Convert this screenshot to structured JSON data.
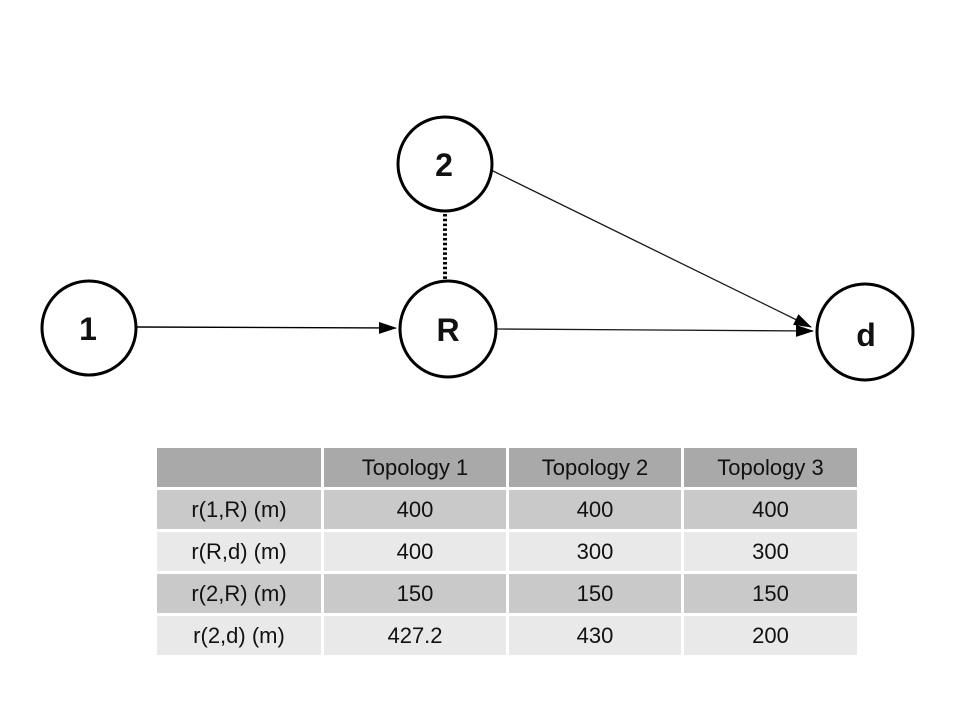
{
  "diagram": {
    "title": "relay-network-topology",
    "nodes": [
      {
        "id": "1",
        "label": "1",
        "role": "source-node"
      },
      {
        "id": "2",
        "label": "2",
        "role": "interferer-node"
      },
      {
        "id": "R",
        "label": "R",
        "role": "relay-node"
      },
      {
        "id": "d",
        "label": "d",
        "role": "destination-node"
      }
    ],
    "edges": [
      {
        "from": "1",
        "to": "R",
        "style": "solid-arrow"
      },
      {
        "from": "R",
        "to": "d",
        "style": "solid-arrow"
      },
      {
        "from": "2",
        "to": "d",
        "style": "solid-arrow"
      },
      {
        "from": "2",
        "to": "R",
        "style": "dotted"
      }
    ]
  },
  "table": {
    "headers": [
      "",
      "Topology 1",
      "Topology 2",
      "Topology 3"
    ],
    "rows": [
      {
        "label": "r(1,R) (m)",
        "values": [
          "400",
          "400",
          "400"
        ]
      },
      {
        "label": "r(R,d) (m)",
        "values": [
          "400",
          "300",
          "300"
        ]
      },
      {
        "label": "r(2,R) (m)",
        "values": [
          "150",
          "150",
          "150"
        ]
      },
      {
        "label": "r(2,d) (m)",
        "values": [
          "427.2",
          "430",
          "200"
        ]
      }
    ]
  },
  "colors": {
    "background": "#ffffff",
    "header_bg": "#a9a9a9",
    "row_a_bg": "#c9c9c9",
    "row_b_bg": "#e9e9e9",
    "text": "#111111",
    "line": "#000000"
  }
}
